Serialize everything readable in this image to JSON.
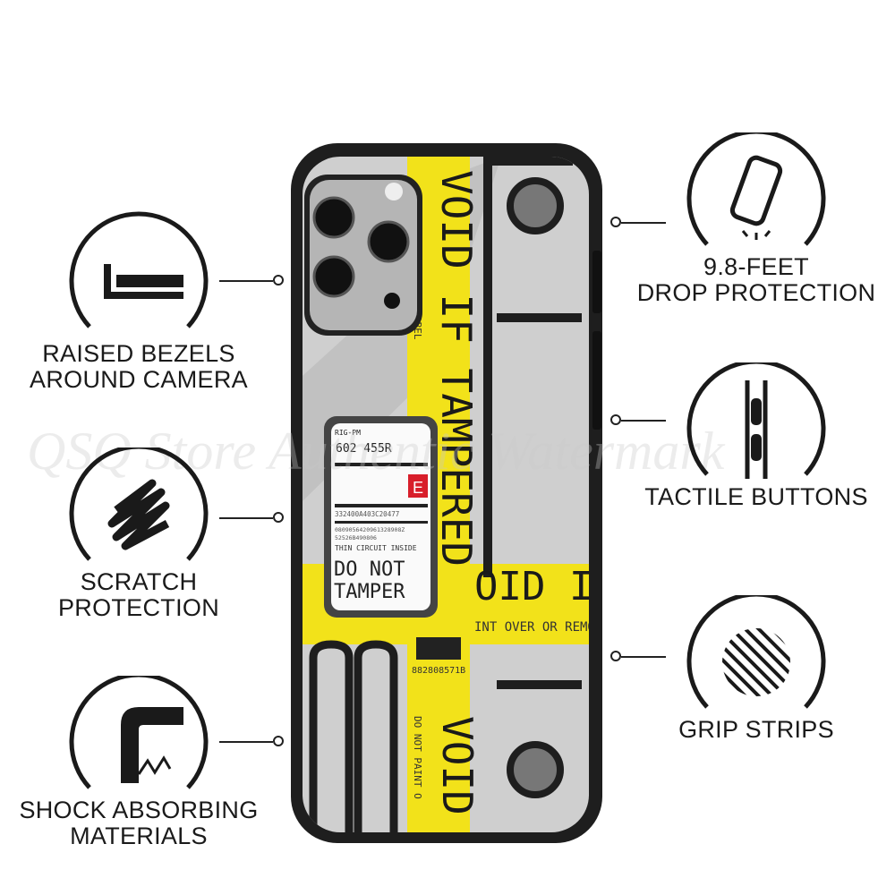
{
  "features_left": [
    {
      "icon": "raised-bezel-icon",
      "lines": [
        "RAISED BEZELS",
        "AROUND CAMERA"
      ]
    },
    {
      "icon": "scratch-icon",
      "lines": [
        "SCRATCH",
        "PROTECTION"
      ]
    },
    {
      "icon": "shock-absorb-icon",
      "lines": [
        "SHOCK ABSORBING",
        "MATERIALS"
      ]
    }
  ],
  "features_right": [
    {
      "icon": "phone-drop-icon",
      "lines": [
        "9.8-FEET",
        "DROP PROTECTION"
      ]
    },
    {
      "icon": "side-buttons-icon",
      "lines": [
        "TACTILE BUTTONS"
      ]
    },
    {
      "icon": "grip-strips-icon",
      "lines": [
        "GRIP STRIPS"
      ]
    }
  ],
  "case_print": {
    "band_text": "VOID IF TAMPERED",
    "band_sub": "REMOVE LABEL",
    "band_text_2": "OID IF T",
    "band_sub_2": "INT OVER OR REMO",
    "band_text_3": "VOID",
    "band_sub_3": "DO NOT PAINT O",
    "label_header": "RIG-PM",
    "label_code": "602 455R",
    "label_badge": "E",
    "label_num1": "332400A403C20477",
    "label_num2": "0809056420961328908Z",
    "label_num3": "52526B490806",
    "label_thin": "THIN CIRCUIT INSIDE",
    "label_big1": "DO NOT",
    "label_big2": "TAMPER",
    "barcode_num": "882808571B"
  },
  "watermark": "QSQ Store Authentic Watermark",
  "colors": {
    "yellow": "#f2e21a",
    "case_gray": "#cfcfcf",
    "bumper": "#1e1e1e",
    "red": "#d81e2a"
  }
}
